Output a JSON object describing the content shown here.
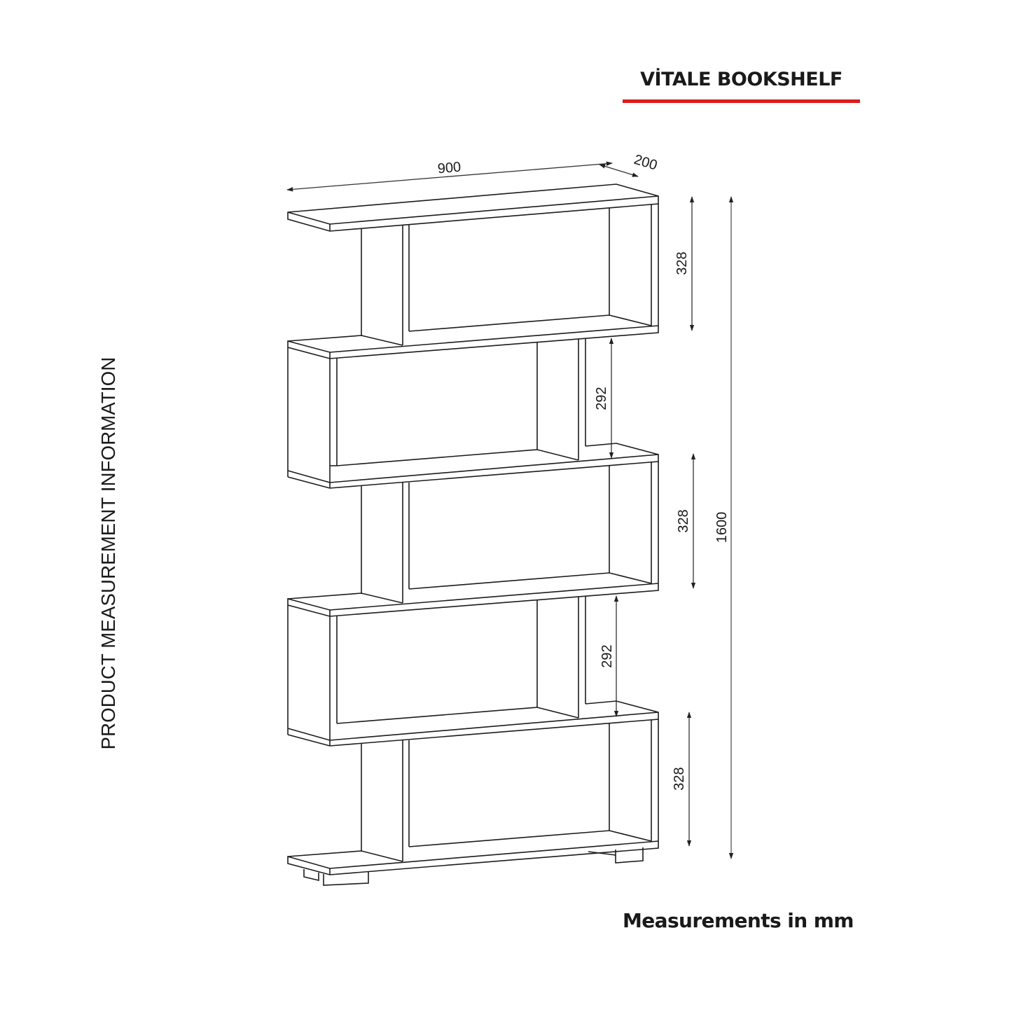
{
  "header": {
    "title": "VİTALE BOOKSHELF",
    "underline_color": "#e01b1b"
  },
  "side_label": "PRODUCT MEASUREMENT INFORMATION",
  "footer_note": "Measurements in mm",
  "drawing": {
    "type": "isometric-bookshelf-line-drawing",
    "tiers": 5,
    "dimensions": {
      "width": "900",
      "depth": "200",
      "total_height": "1600",
      "tier_heights": [
        "328",
        "292",
        "328",
        "292",
        "328"
      ]
    },
    "line_color": "#1c1c1c",
    "background": "#ffffff"
  }
}
